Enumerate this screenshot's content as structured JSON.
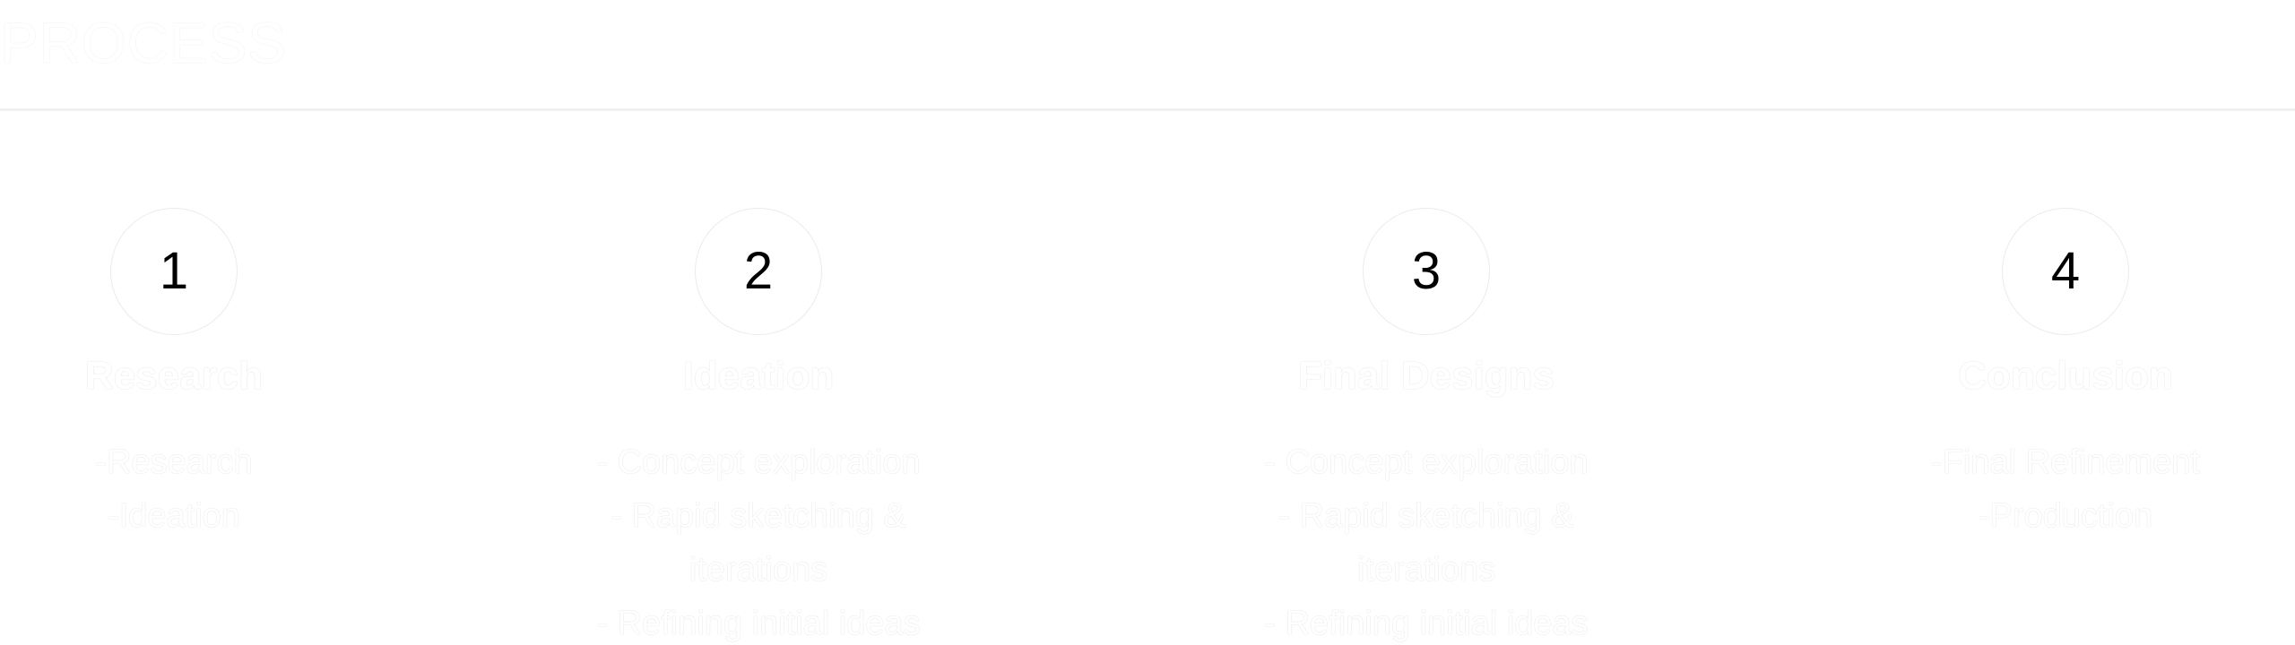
{
  "section_title": "PROCESS",
  "steps": [
    {
      "number": "1",
      "title": "Research",
      "items": [
        "-Research",
        "-Ideation"
      ]
    },
    {
      "number": "2",
      "title": "Ideation",
      "items": [
        "- Concept exploration",
        "- Rapid sketching &",
        "iterations",
        "- Refining initial ideas"
      ]
    },
    {
      "number": "3",
      "title": "Final Designs",
      "items": [
        "- Concept exploration",
        "- Rapid sketching &",
        "iterations",
        "- Refining initial ideas"
      ]
    },
    {
      "number": "4",
      "title": "Conclusion",
      "items": [
        "-Final Refinement",
        "-Production"
      ]
    }
  ]
}
